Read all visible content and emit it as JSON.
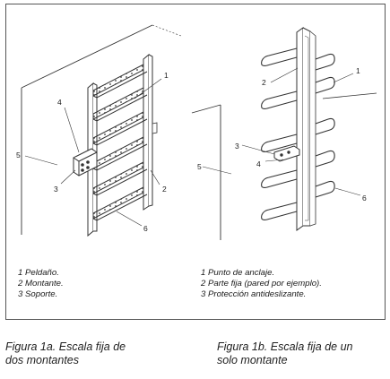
{
  "figure_a": {
    "callouts": [
      "4",
      "1",
      "5",
      "3",
      "2",
      "6"
    ],
    "legend": [
      "1  Peldaño.",
      "2  Montante.",
      "3  Soporte."
    ],
    "caption_line1": "Figura 1a. Escala fija de",
    "caption_line2": "dos montantes"
  },
  "figure_b": {
    "callouts": [
      "2",
      "1",
      "3",
      "4",
      "5",
      "6"
    ],
    "legend": [
      "1  Punto de anclaje.",
      "2  Parte fija (pared por ejemplo).",
      "3  Protección antideslizante."
    ],
    "caption_line1": "Figura 1b. Escala fija de un",
    "caption_line2": "solo montante"
  }
}
